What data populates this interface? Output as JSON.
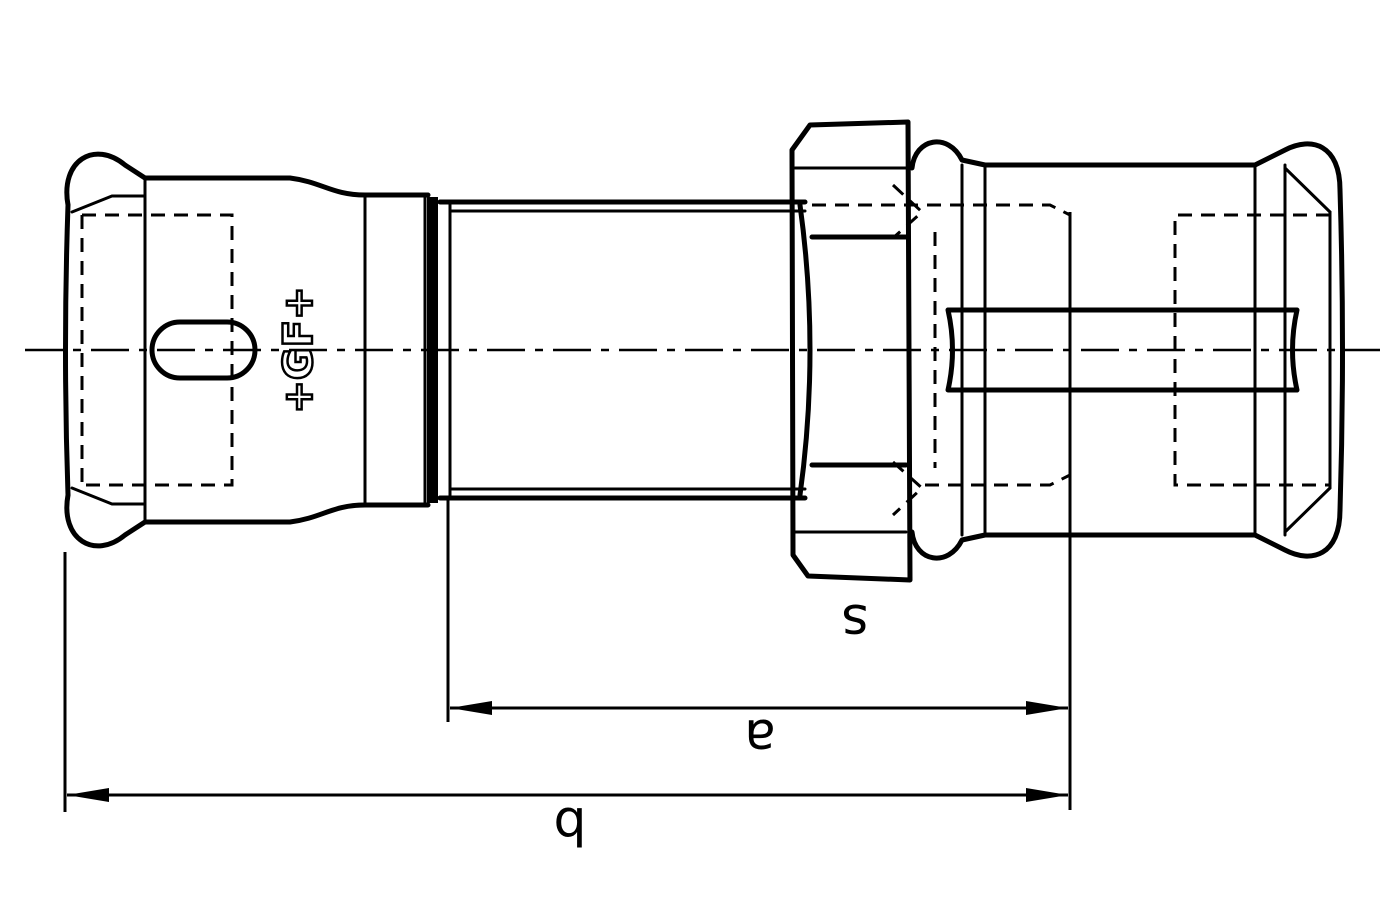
{
  "drawing": {
    "logo_text": "+GF+",
    "labels": {
      "s": "s",
      "a": "a",
      "b": "b"
    },
    "line_color": "#000000",
    "background_color": "#ffffff"
  }
}
